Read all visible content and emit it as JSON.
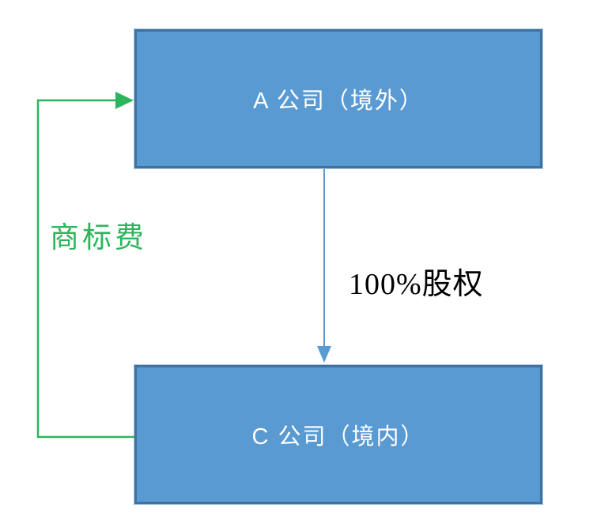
{
  "diagram": {
    "nodes": [
      {
        "id": "company-a",
        "label": "A 公司（境外）"
      },
      {
        "id": "company-c",
        "label": "C 公司（境内）"
      }
    ],
    "edges": [
      {
        "from": "company-a",
        "to": "company-c",
        "label": "100%股权",
        "style": "blue-arrow-down"
      },
      {
        "from": "company-c",
        "to": "company-a",
        "label": "商标费",
        "style": "green-arrow-elbow"
      }
    ]
  },
  "colors": {
    "node_fill": "#5a9ad3",
    "node_border": "#41719c",
    "node_text": "#ffffff",
    "arrow_blue": "#5b9bd5",
    "arrow_green": "#2db55d",
    "label_black": "#000000"
  }
}
